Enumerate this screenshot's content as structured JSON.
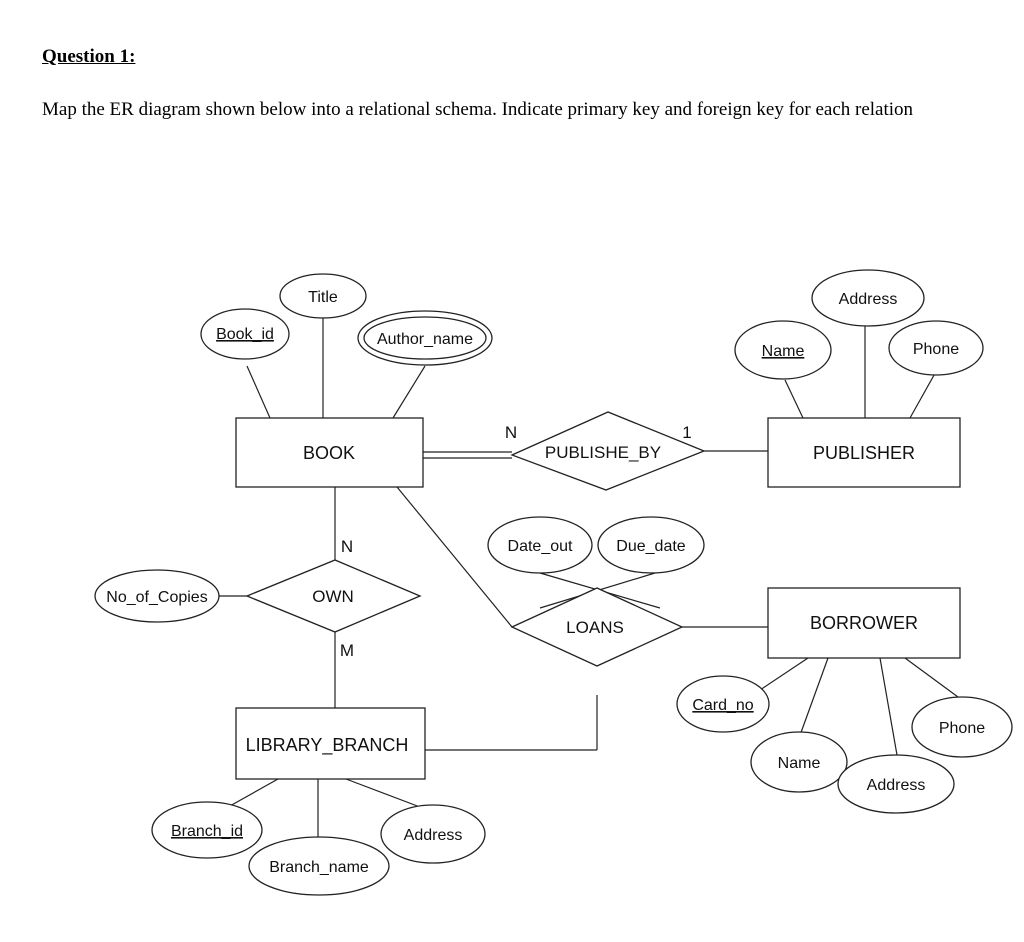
{
  "question": {
    "title": "Question 1:",
    "text": "Map the ER diagram shown below into a relational schema. Indicate primary key and foreign key for each relation"
  },
  "diagram": {
    "entities": {
      "book": "BOOK",
      "publisher": "PUBLISHER",
      "borrower": "BORROWER",
      "library_branch": "LIBRARY_BRANCH"
    },
    "relationships": {
      "published_by": "PUBLISHE_BY",
      "own": "OWN",
      "loans": "LOANS"
    },
    "attributes": {
      "book_title": "Title",
      "book_id": "Book_id",
      "author_name": "Author_name",
      "publisher_address": "Address",
      "publisher_name": "Name",
      "publisher_phone": "Phone",
      "date_out": "Date_out",
      "due_date": "Due_date",
      "no_of_copies": "No_of_Copies",
      "card_no": "Card_no",
      "borrower_phone": "Phone",
      "borrower_name": "Name",
      "borrower_address": "Address",
      "branch_id": "Branch_id",
      "branch_address": "Address",
      "branch_name": "Branch_name"
    },
    "cardinalities": {
      "book_published_by": "N",
      "publisher_published_by": "1",
      "book_own": "N",
      "branch_own": "M"
    }
  }
}
